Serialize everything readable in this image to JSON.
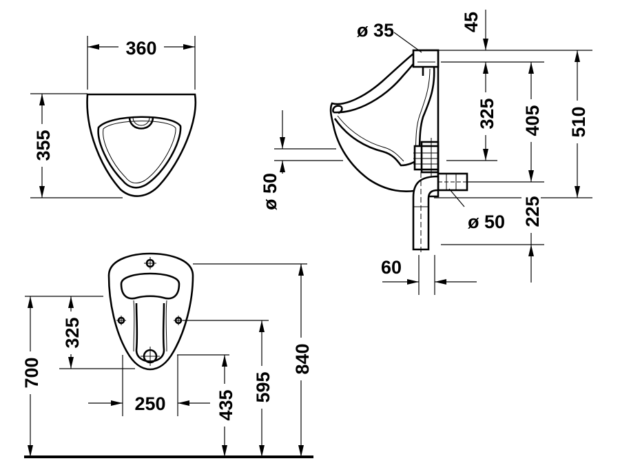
{
  "colors": {
    "line": "#000000",
    "background": "#ffffff"
  },
  "top_view": {
    "width": "360",
    "depth": "355"
  },
  "side_view": {
    "inlet_diameter": "ø 35",
    "inlet_offset": "45",
    "inlet_to_outlet": "325",
    "inlet_to_bottom": "405",
    "total_height": "510",
    "rim_diameter": "ø 50",
    "outlet_diameter": "ø 50",
    "outlet_drop": "225",
    "pipe_offset": "60"
  },
  "front_view": {
    "rim_height": "840",
    "hanger_height": "595",
    "fixing_height": "435",
    "bottom_height": "700",
    "hole_spacing": "325",
    "fixing_spacing": "250"
  }
}
